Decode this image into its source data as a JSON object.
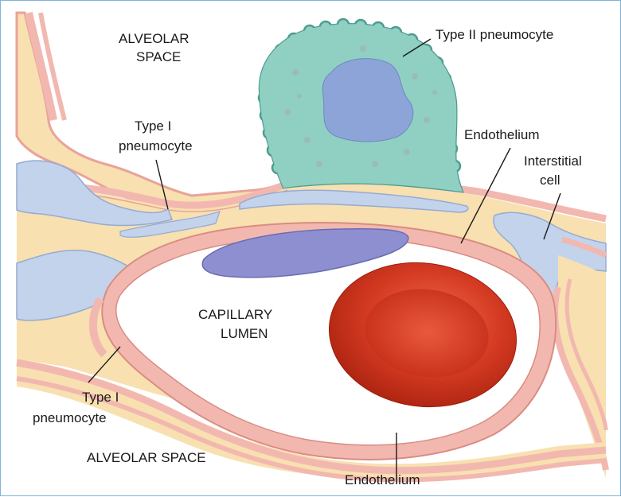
{
  "labels": {
    "alveolar_space_top_line1": "ALVEOLAR",
    "alveolar_space_top_line2": "SPACE",
    "type2_pneumocyte": "Type II pneumocyte",
    "type1_pneumocyte_top_line1": "Type I",
    "type1_pneumocyte_top_line2": "pneumocyte",
    "endothelium_top": "Endothelium",
    "interstitial_cell_line1": "Interstitial",
    "interstitial_cell_line2": "cell",
    "capillary_lumen_line1": "CAPILLARY",
    "capillary_lumen_line2": "LUMEN",
    "type1_pneumocyte_bottom_line1": "Type I",
    "type1_pneumocyte_bottom_line2": "pneumocyte",
    "alveolar_space_bottom": "ALVEOLAR SPACE",
    "endothelium_bottom": "Endothelium"
  },
  "colors": {
    "membrane_pink": "#f2b8b0",
    "interstitium_yellow": "#f8e0b0",
    "interstitial_blue": "#c3d3ec",
    "nucleus_purple": "#8d8fd0",
    "type2_teal": "#8fd0c3",
    "rbc_red": "#d43a22",
    "border": "#7fb3d8"
  }
}
